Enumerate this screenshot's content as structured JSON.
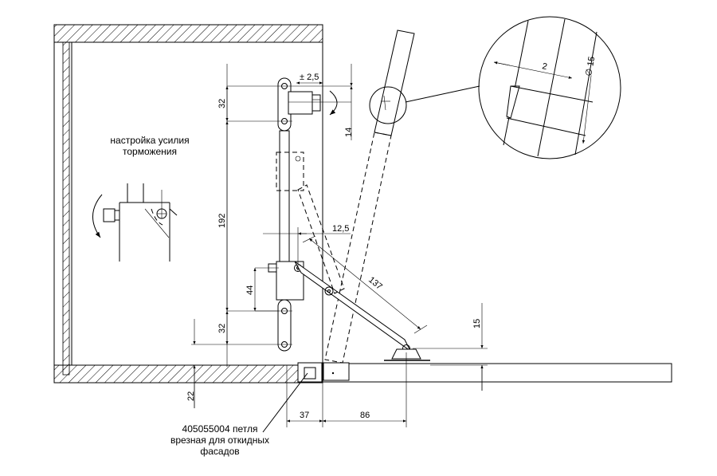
{
  "note_brake": {
    "line1": "настройка усилия",
    "line2": "торможения"
  },
  "note_hinge": {
    "line1": "405055004 петля",
    "line2": "врезная для откидных",
    "line3": "фасадов"
  },
  "dimensions": {
    "d_pm25": "± 2,5",
    "d_32_top": "32",
    "d_14": "14",
    "d_192": "192",
    "d_12_5": "12,5",
    "d_44": "44",
    "d_32_bottom": "32",
    "d_137": "137",
    "d_15_right": "15",
    "d_22": "22",
    "d_37": "37",
    "d_86": "86",
    "detail_2": "2",
    "detail_dia15": "∅ 15"
  }
}
